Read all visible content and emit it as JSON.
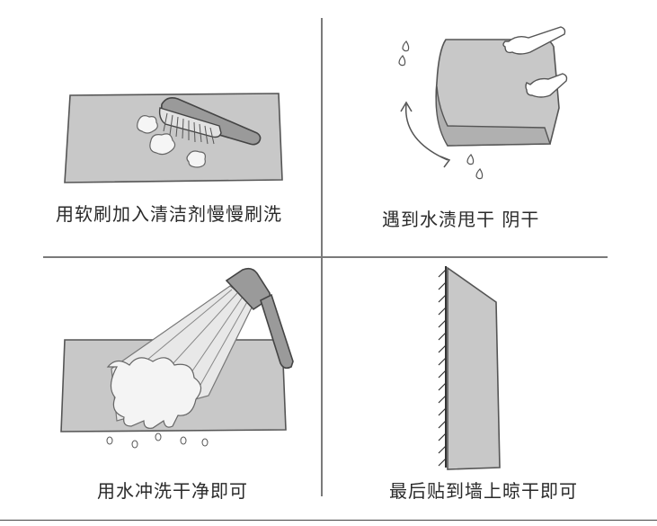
{
  "panels": [
    {
      "id": "wash",
      "caption": "用软刷加入清洁剂慢慢刷洗"
    },
    {
      "id": "shake",
      "caption": "遇到水渍甩干 阴干"
    },
    {
      "id": "rinse",
      "caption": "用水冲洗干净即可"
    },
    {
      "id": "dry",
      "caption": "最后贴到墙上晾干即可"
    }
  ],
  "colors": {
    "mat_fill": "#c8c8c8",
    "outline": "#555555",
    "brush": "#9a9a9a",
    "divider": "#7a7a7a",
    "text": "#2a2a2a"
  }
}
